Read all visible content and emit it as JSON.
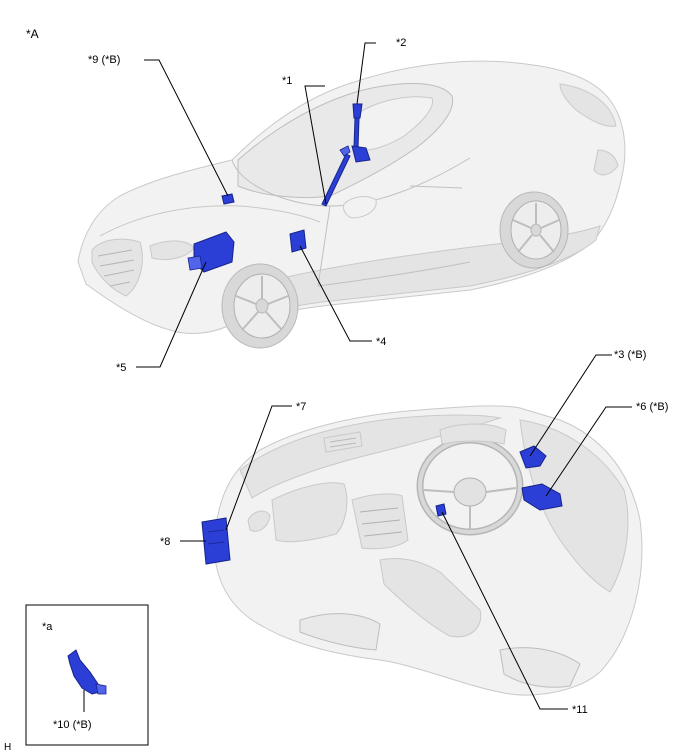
{
  "view_labels": {
    "main": "*A",
    "inset": "*a",
    "corner": "H"
  },
  "callouts": {
    "c1": "*1",
    "c2": "*2",
    "c3": "*3 (*B)",
    "c4": "*4",
    "c5": "*5",
    "c6": "*6 (*B)",
    "c7": "*7",
    "c8": "*8",
    "c9": "*9 (*B)",
    "c10": "*10 (*B)",
    "c11": "*11"
  },
  "colors": {
    "component_highlight": "#2b3fd6",
    "vehicle_body": "#f2f2f2",
    "leader_line": "#000000"
  }
}
